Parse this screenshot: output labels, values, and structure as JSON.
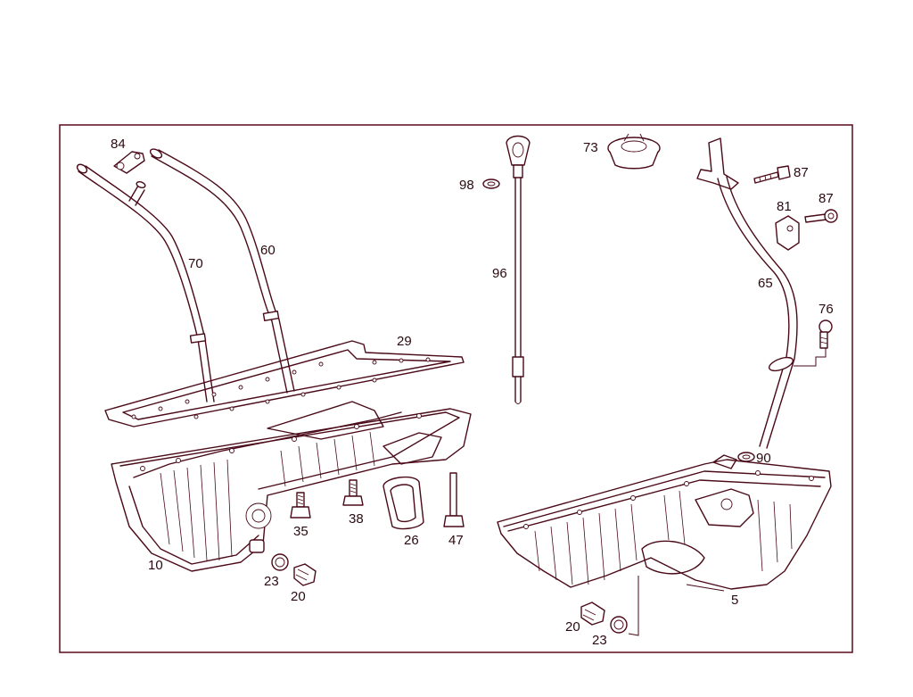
{
  "labels": {
    "p84": "84",
    "p70": "70",
    "p60": "60",
    "p29": "29",
    "p10": "10",
    "p35": "35",
    "p38": "38",
    "p26": "26",
    "p47": "47",
    "p23a": "23",
    "p20a": "20",
    "p98": "98",
    "p96": "96",
    "p73": "73",
    "p87a": "87",
    "p81": "81",
    "p87b": "87",
    "p65": "65",
    "p76": "76",
    "p90": "90",
    "p5": "5",
    "p20b": "20",
    "p23b": "23"
  },
  "colors": {
    "line": "#4a0a18",
    "frame": "#5a0a1a",
    "text": "#2a0a10"
  }
}
